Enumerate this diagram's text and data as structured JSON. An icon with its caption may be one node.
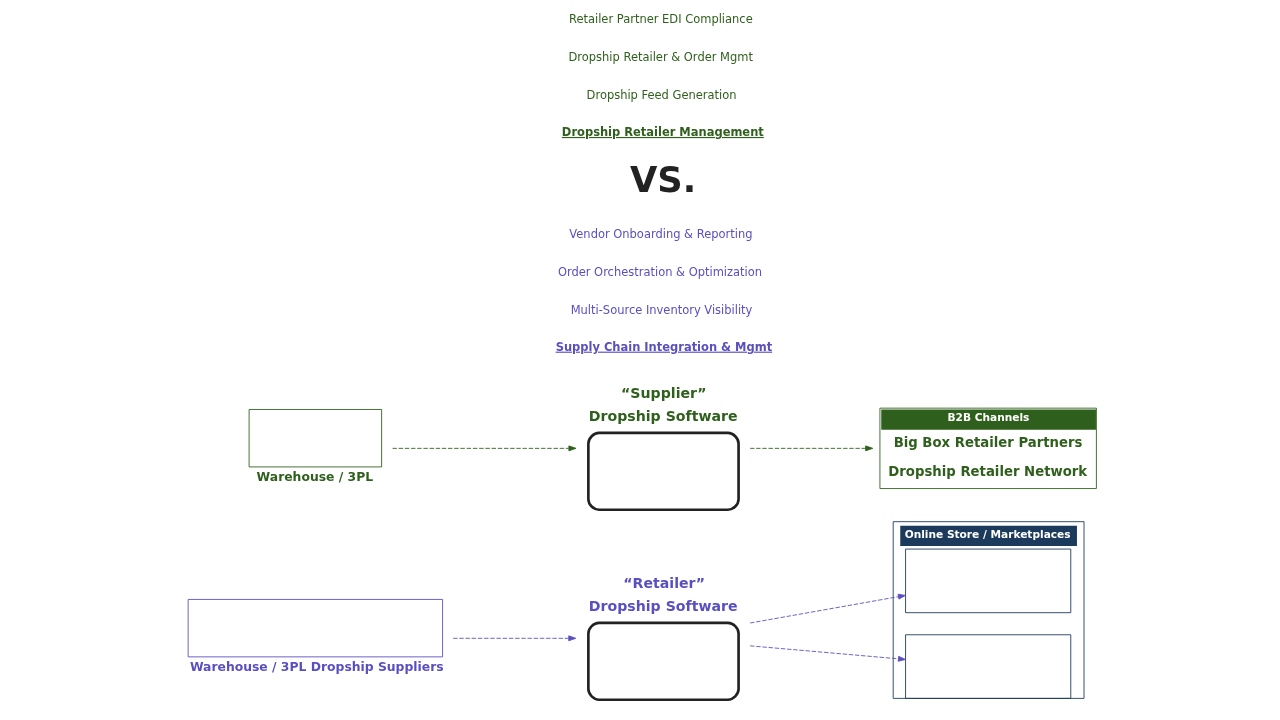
{
  "diagram": {
    "nodes": [
      {
        "text": [
          "Warehouse / 3PL Dropship Suppliers"
        ]
      },
      {
        "text": [
          "“Retailer”",
          "Dropship Software"
        ]
      },
      {
        "text": [
          "Online Store / Marketplaces"
        ]
      },
      {
        "text": [],
        "shape": "box",
        "in": 2
      },
      {
        "text": [],
        "shape": "box",
        "in": 2
      },
      {
        "text": [
          "“Supplier”",
          "Dropship Software"
        ]
      },
      {
        "text": [
          "Warehouse / 3PL"
        ]
      },
      {
        "text": [
          "B2B Channels",
          "Big Box Retailer Partners",
          "Dropship Retailer Network"
        ]
      }
    ],
    "edges": [
      {
        "from": 0,
        "to": 1,
        "arrow": "to",
        "style": "dashed",
        "color": "#5a4fc0"
      },
      {
        "from": 1,
        "to": 3,
        "arrow": "to",
        "style": "dashed",
        "color": "#5a4fc0"
      },
      {
        "from": 1,
        "to": 4,
        "arrow": "to",
        "style": "dashed",
        "color": "#5a4fc0"
      },
      {
        "from": 6,
        "to": 5,
        "arrow": "to",
        "style": "dashed",
        "color": "#2f5f1c"
      },
      {
        "from": 5,
        "to": 7,
        "arrow": "to",
        "style": "dashed",
        "color": "#2f5f1c"
      }
    ],
    "labels": [
      "Supply Chain Integration & Mgmt",
      "Multi-Source Inventory Visibility",
      "Order Orchestration & Optimization",
      "Vendor Onboarding & Reporting",
      "VS.",
      "Dropship Retailer Management",
      "Dropship Feed Generation",
      "Dropship Retailer & Order Mgmt",
      "Retailer Partner EDI Compliance"
    ]
  }
}
